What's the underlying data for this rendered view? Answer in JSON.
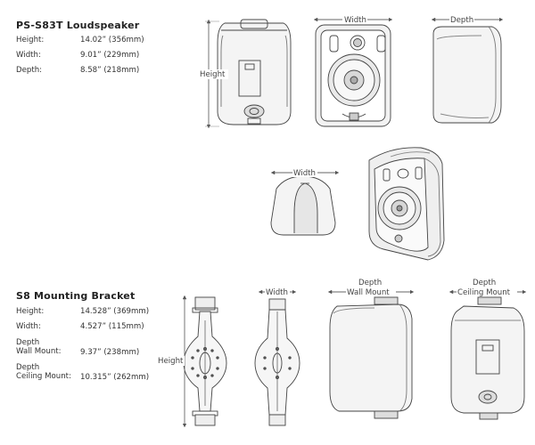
{
  "loudspeaker": {
    "title": "PS-S83T Loudspeaker",
    "specs": [
      {
        "label": "Height:",
        "value": "14.02” (356mm)"
      },
      {
        "label": "Width:",
        "value": "9.01” (229mm)"
      },
      {
        "label": "Depth:",
        "value": "8.58” (218mm)"
      }
    ]
  },
  "bracket": {
    "title": "S8 Mounting Bracket",
    "specs": [
      {
        "label": "Height:",
        "value": "14.528” (369mm)"
      },
      {
        "label": "Width:",
        "value": "4.527” (115mm)"
      },
      {
        "label_line1": "Depth",
        "label_line2": "Wall Mount:",
        "value": "9.37” (238mm)"
      },
      {
        "label_line1": "Depth",
        "label_line2": "Ceiling Mount:",
        "value": "10.315” (262mm)"
      }
    ]
  },
  "dimension_labels": {
    "height": "Height",
    "width": "Width",
    "depth": "Depth",
    "wall_mount": "Wall Mount",
    "ceiling_mount": "Ceiling Mount"
  }
}
